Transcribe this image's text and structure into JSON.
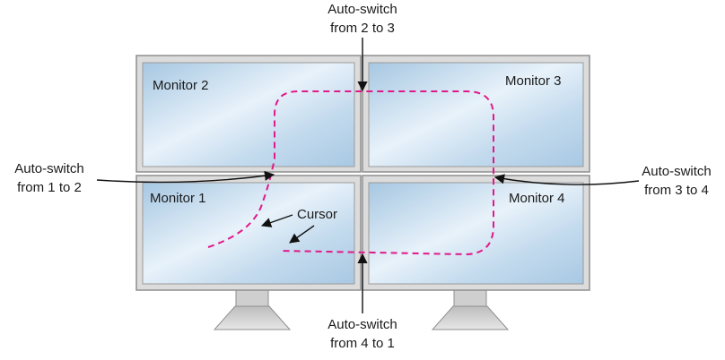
{
  "monitors": [
    {
      "label": "Monitor 1"
    },
    {
      "label": "Monitor 2"
    },
    {
      "label": "Monitor 3"
    },
    {
      "label": "Monitor 4"
    }
  ],
  "callouts": {
    "switch_2_to_3": {
      "line1": "Auto-switch",
      "line2": "from 2 to 3"
    },
    "switch_1_to_2": {
      "line1": "Auto-switch",
      "line2": "from 1 to 2"
    },
    "switch_3_to_4": {
      "line1": "Auto-switch",
      "line2": "from 3 to 4"
    },
    "switch_4_to_1": {
      "line1": "Auto-switch",
      "line2": "from 4 to 1"
    },
    "cursor": "Cursor"
  },
  "colors": {
    "cursor_path": "#e0198a",
    "bezel": "#d9d9d9",
    "screen_light": "#eaf3fa",
    "screen_blue": "#a9c9e3"
  }
}
